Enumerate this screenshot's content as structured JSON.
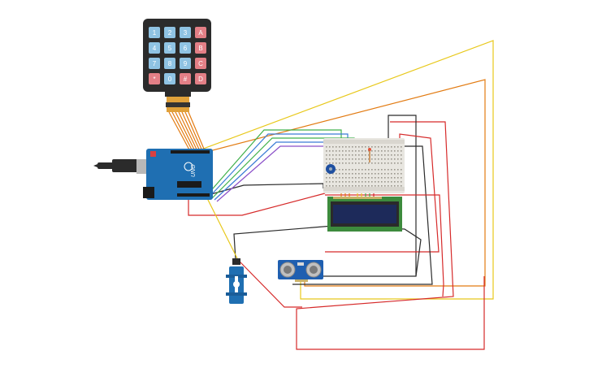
{
  "keypad": {
    "keys": [
      "1",
      "2",
      "3",
      "A",
      "4",
      "5",
      "6",
      "B",
      "7",
      "8",
      "9",
      "C",
      "*",
      "0",
      "#",
      "D"
    ]
  },
  "arduino": {
    "label": "UNO"
  },
  "ultrasonic": {
    "left_label": "",
    "right_label": ""
  },
  "colors": {
    "wire_red": "#d62a2a",
    "wire_black": "#2b2b2b",
    "wire_yellow": "#e8c81a",
    "wire_orange": "#e27b12",
    "wire_green": "#3fb04a",
    "wire_blue": "#3a7bd5",
    "wire_purple": "#8a4fc8",
    "board_blue": "#1f6fb2",
    "lcd_green": "#3d8b3d",
    "lcd_screen": "#1d2a5a",
    "key_blue": "#8fc3e3",
    "key_red": "#e37f86"
  }
}
